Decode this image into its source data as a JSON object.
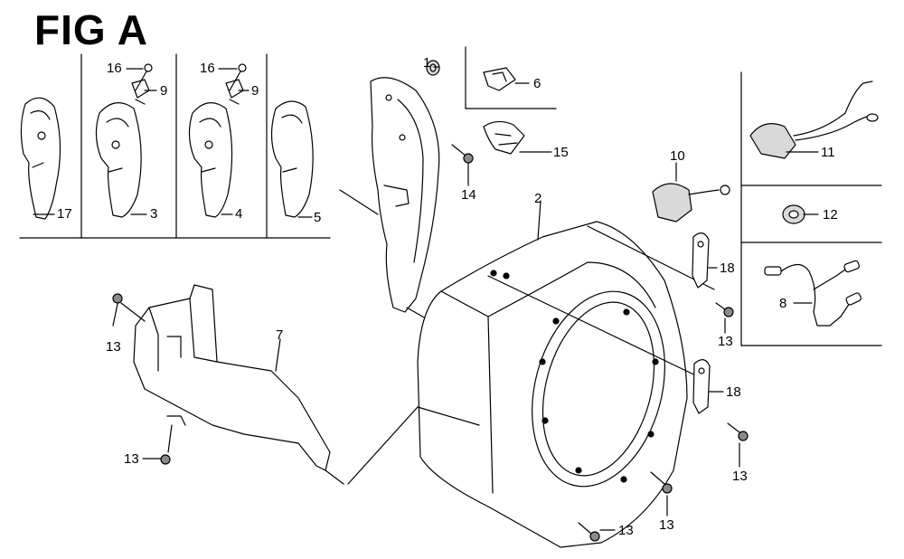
{
  "figure": {
    "title": "FIG A"
  },
  "callouts": {
    "c1": "1",
    "c2": "2",
    "c3": "3",
    "c4": "4",
    "c5": "5",
    "c6": "6",
    "c7": "7",
    "c8": "8",
    "c9a": "9",
    "c9b": "9",
    "c10": "10",
    "c11": "11",
    "c12": "12",
    "c13a": "13",
    "c13b": "13",
    "c13c": "13",
    "c13d": "13",
    "c13e": "13",
    "c13f": "13",
    "c14": "14",
    "c15": "15",
    "c16a": "16",
    "c16b": "16",
    "c17": "17",
    "c18a": "18",
    "c18b": "18"
  },
  "colors": {
    "line": "#000000",
    "fill": "#ffffff",
    "shade": "#d9d9d9",
    "dark": "#8a8a8a"
  }
}
